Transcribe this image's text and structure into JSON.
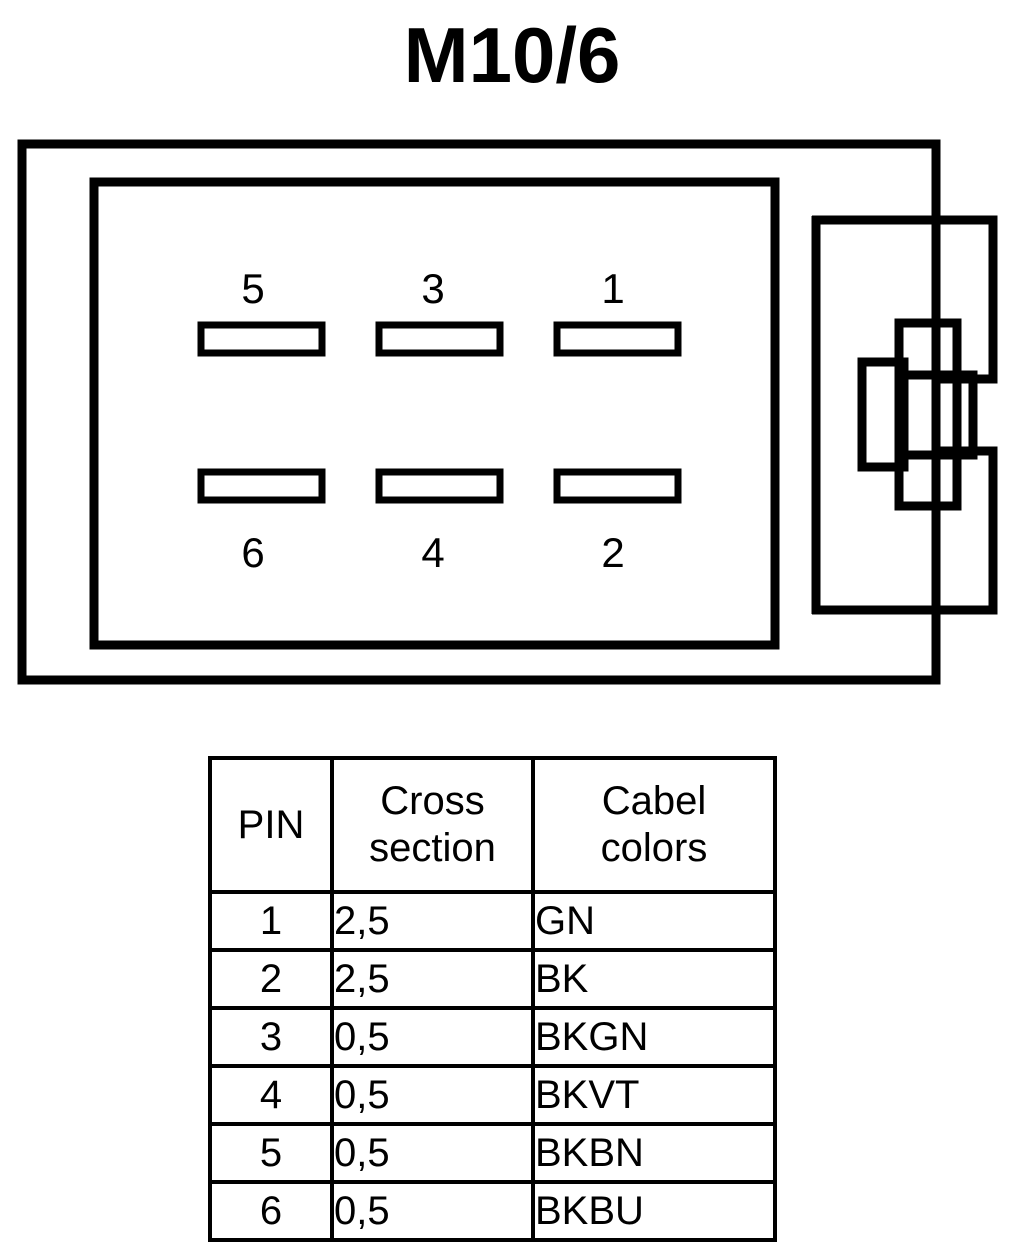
{
  "title": "M10/6",
  "connector": {
    "name": "6-way connector face view",
    "pin_numbers_top": [
      "5",
      "3",
      "1"
    ],
    "pin_numbers_bottom": [
      "6",
      "4",
      "2"
    ],
    "slot_count": 6,
    "stroke_color": "#000000",
    "fill_color": "#ffffff"
  },
  "table": {
    "headers": {
      "pin": "PIN",
      "cross_section": "Cross\nsection",
      "cable_colors": "Cabel\ncolors"
    },
    "rows": [
      {
        "pin": "1",
        "cross_section": "2,5",
        "cable_colors": "GN"
      },
      {
        "pin": "2",
        "cross_section": "2,5",
        "cable_colors": "BK"
      },
      {
        "pin": "3",
        "cross_section": "0,5",
        "cable_colors": "BKGN"
      },
      {
        "pin": "4",
        "cross_section": "0,5",
        "cable_colors": "BKVT"
      },
      {
        "pin": "5",
        "cross_section": "0,5",
        "cable_colors": "BKBN"
      },
      {
        "pin": "6",
        "cross_section": "0,5",
        "cable_colors": "BKBU"
      }
    ]
  }
}
